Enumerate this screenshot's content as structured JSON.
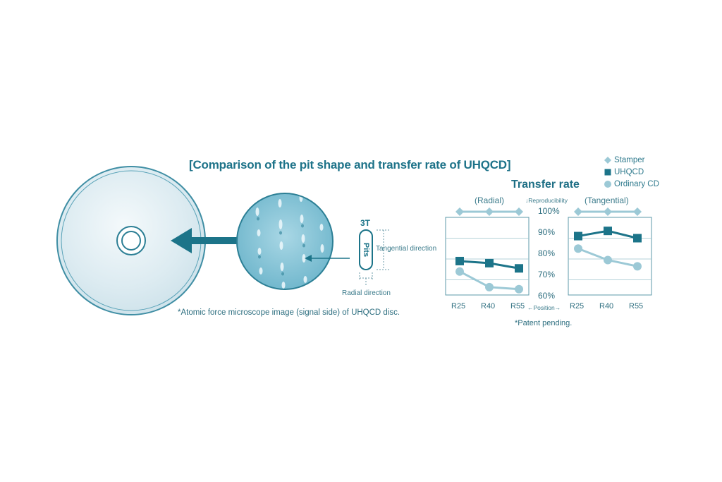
{
  "title": "[Comparison of the pit shape and transfer rate of UHQCD]",
  "afm_caption": "*Atomic force microscope image (signal side) of UHQCD disc.",
  "patent_note": "*Patent pending.",
  "pit_diagram": {
    "pit_size_label": "3T",
    "pit_text": "Pits",
    "tangential_label": "Tangential direction",
    "radial_label": "Radial direction"
  },
  "transfer_rate_title": "Transfer rate",
  "legend": [
    {
      "label": "Stamper",
      "marker": "diamond",
      "color": "#9cc9d6"
    },
    {
      "label": "UHQCD",
      "marker": "square",
      "color": "#1c7489"
    },
    {
      "label": "Ordinary CD",
      "marker": "circle",
      "color": "#9cc9d6"
    }
  ],
  "colors": {
    "accent": "#1c7489",
    "light": "#9cc9d6",
    "disc_fill": "#dfeef3",
    "microscope": "#86c5d8"
  },
  "chart_data": [
    {
      "type": "line",
      "title": "(Radial)",
      "categories": [
        "R25",
        "R40",
        "R55"
      ],
      "ylim": [
        60,
        100
      ],
      "series": [
        {
          "name": "Stamper",
          "values": [
            100,
            100,
            100
          ]
        },
        {
          "name": "UHQCD",
          "values": [
            79,
            78,
            75.5
          ]
        },
        {
          "name": "Ordinary CD",
          "values": [
            74,
            66.5,
            65.5
          ]
        }
      ]
    },
    {
      "type": "line",
      "title": "(Tangential)",
      "categories": [
        "R25",
        "R40",
        "R55"
      ],
      "ylim": [
        60,
        100
      ],
      "series": [
        {
          "name": "Stamper",
          "values": [
            100,
            100,
            100
          ]
        },
        {
          "name": "UHQCD",
          "values": [
            91,
            93.5,
            90
          ]
        },
        {
          "name": "Ordinary CD",
          "values": [
            85,
            79.5,
            76.5
          ]
        }
      ]
    }
  ],
  "axis": {
    "reproducibility_label": "↓Reproducibility",
    "position_label": "←Position→",
    "y_ticks": [
      "100%",
      "90%",
      "80%",
      "70%",
      "60%"
    ]
  }
}
